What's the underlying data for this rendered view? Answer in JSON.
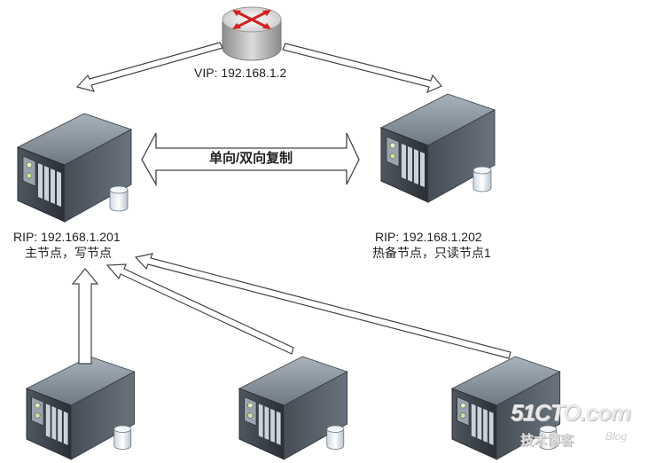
{
  "router": {
    "label": "VIP: 192.168.1.2"
  },
  "replication": {
    "label": "单向/双向复制"
  },
  "master": {
    "ip": "RIP: 192.168.1.201",
    "role": "主节点，写节点"
  },
  "standby": {
    "ip": "RIP: 192.168.1.202",
    "role": "热备节点，只读节点1"
  },
  "watermark": {
    "brand": "51CTO.com",
    "sub": "技术博客",
    "blog": "Blog"
  }
}
